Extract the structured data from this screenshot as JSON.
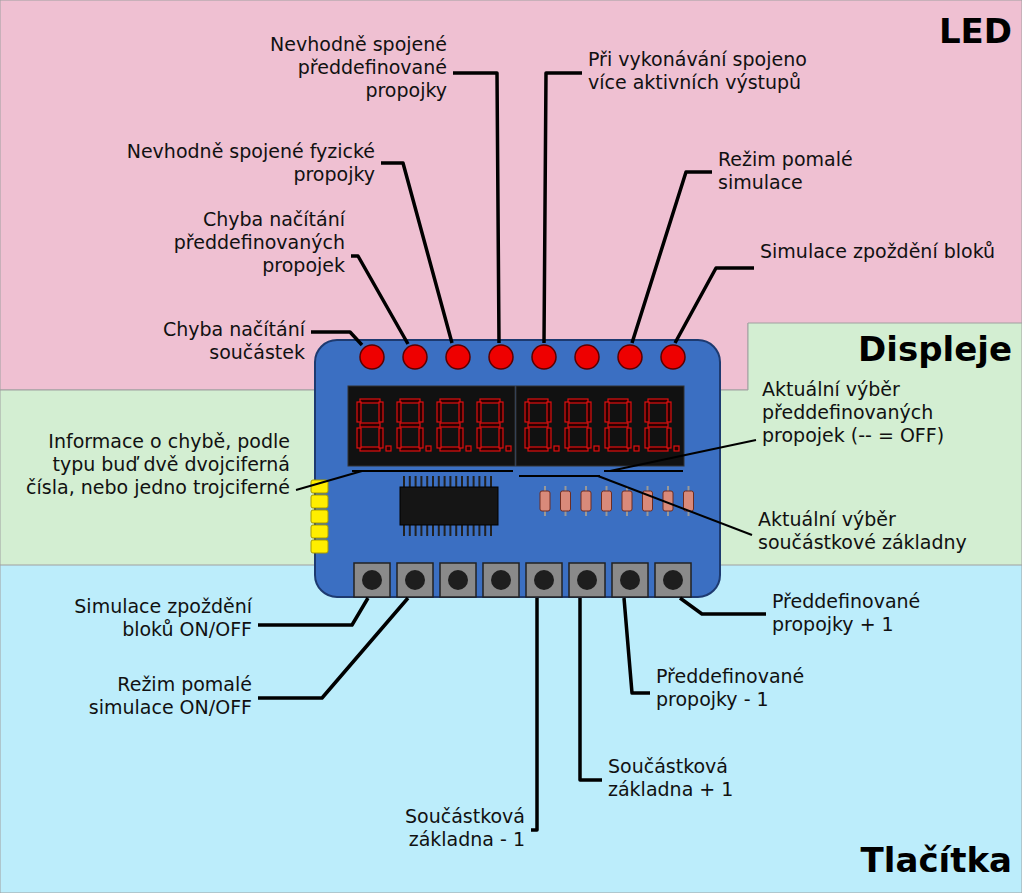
{
  "diagram": {
    "nodes": [
      {
        "text": [
          "LED"
        ]
      },
      {
        "text": [
          "Displeje"
        ]
      },
      {
        "text": [
          "Tlačítka"
        ]
      }
    ],
    "labels": [
      "Nevhodně spojené předdefinované propojky",
      "Při vykonávání spojeno více aktivních výstupů",
      "Nevhodně spojené fyzické propojky",
      "Režim pomalé simulace",
      "Chyba načítání předdefinovaných propojek",
      "Simulace zpoždění bloků",
      "Chyba načítání součástek",
      "Aktuální výběr předdefinovaných propojek (-- = OFF)",
      "Informace o chybě, podle typu buď dvě dvojciferná čísla, nebo jedno trojciferné",
      "Aktuální výběr součástkové základny",
      "Simulace zpoždění bloků ON/OFF",
      "Režim pomalé simulace ON/OFF",
      "Předdefinované propojky + 1",
      "Předdefinované propojky - 1",
      "Součástková základna + 1",
      "Součástková základna - 1"
    ]
  }
}
